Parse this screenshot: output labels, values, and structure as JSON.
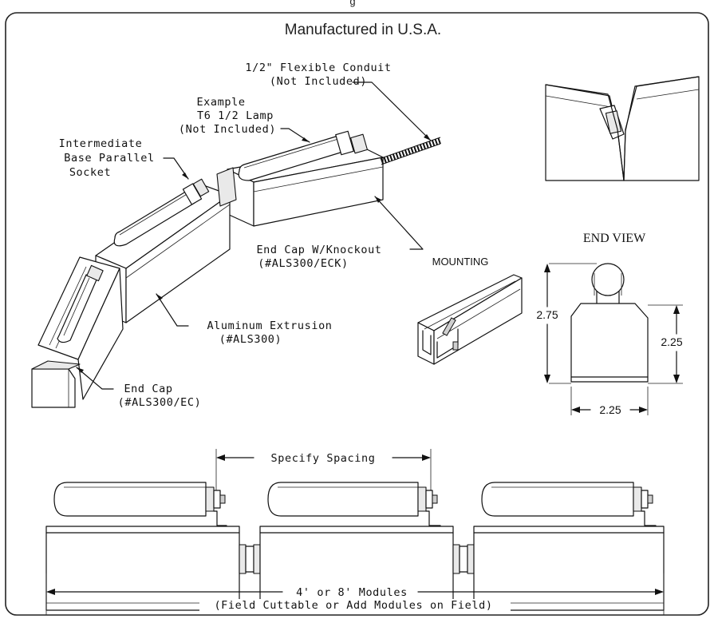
{
  "header": {
    "top_clip": "g",
    "title": "Manufactured in U.S.A."
  },
  "callouts": {
    "conduit_line1": "1/2\" Flexible Conduit",
    "conduit_line2": "(Not Included)",
    "lamp_line1": "Example",
    "lamp_line2": "T6 1/2 Lamp",
    "lamp_line3": "(Not Included)",
    "socket_line1": "Intermediate",
    "socket_line2": "Base Parallel",
    "socket_line3": "Socket",
    "endcap_ko_line1": "End Cap W/Knockout",
    "endcap_ko_line2": "(#ALS300/ECK)",
    "extrusion_line1": "Aluminum Extrusion",
    "extrusion_line2": "(#ALS300)",
    "endcap_line1": "End Cap",
    "endcap_line2": "(#ALS300/EC)"
  },
  "mounting": {
    "label": "MOUNTING"
  },
  "end_view": {
    "label": "END VIEW",
    "dim_height_total": "2.75",
    "dim_height_body": "2.25",
    "dim_width": "2.25"
  },
  "spacing": {
    "label": "Specify Spacing",
    "modules_line1": "4' or 8' Modules",
    "modules_line2": "(Field Cuttable or Add Modules on Field)"
  },
  "colors": {
    "line": "#111111",
    "background": "#ffffff"
  }
}
